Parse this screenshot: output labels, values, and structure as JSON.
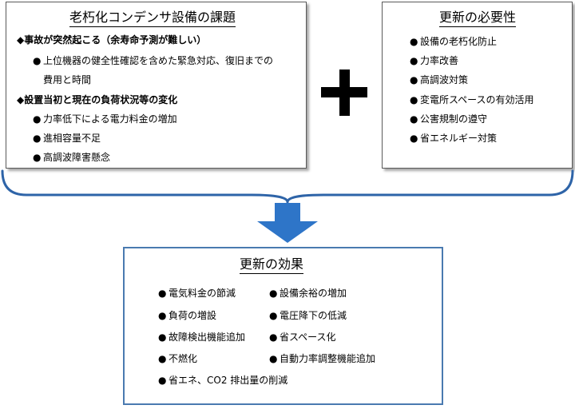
{
  "issues": {
    "title": "老朽化コンデンサ設備の課題",
    "sections": [
      {
        "heading_bullet": "◆",
        "heading": "事故が突然起こる（余寿命予測が難しい）",
        "items": [
          "上位機器の健全性確認を含めた緊急対応、復旧までの",
          "費用と時間"
        ]
      },
      {
        "heading_bullet": "◆",
        "heading": "設置当初と現在の負荷状況等の変化",
        "items": [
          "力率低下による電力料金の増加",
          "進相容量不足",
          "高調波障害懸念"
        ]
      }
    ]
  },
  "needs": {
    "title": "更新の必要性",
    "items": [
      "設備の老朽化防止",
      "力率改善",
      "高調波対策",
      "変電所スペースの有効活用",
      "公害規制の遵守",
      "省エネルギー対策"
    ]
  },
  "plus_symbol": "+",
  "effects": {
    "title": "更新の効果",
    "items": [
      "電気料金の節減",
      "設備余裕の増加",
      "負荷の増設",
      "電圧降下の低減",
      "故障検出機能追加",
      "省スペース化",
      "不燃化",
      "自動力率調整機能追加",
      "省エネ、CO2 排出量の削減"
    ]
  },
  "bullet_char": "●",
  "colors": {
    "effects_border": "#4a7ab0",
    "brace": "#2e64a8",
    "arrow": "#2e75c8"
  }
}
